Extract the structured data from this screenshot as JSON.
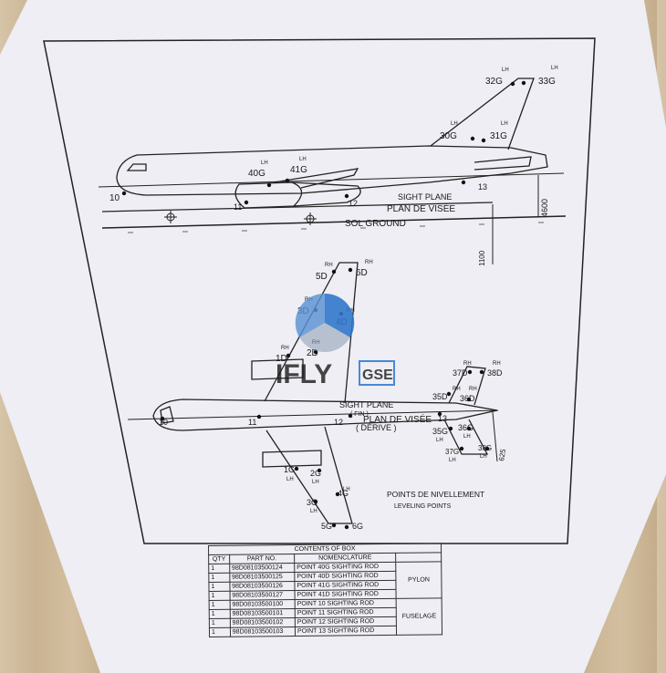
{
  "side_view": {
    "points": [
      "10",
      "11",
      "12",
      "13",
      "40G",
      "41G",
      "30G",
      "31G",
      "32G",
      "33G"
    ],
    "lh": "LH",
    "sight_plane": "SIGHT PLANE",
    "plan_de_visee": "PLAN DE VISÉE",
    "sol_ground": "SOL GROUND",
    "dim_4600": "4600",
    "dim_1100": "1100"
  },
  "top_view": {
    "points": [
      "1D",
      "2D",
      "3D",
      "4D",
      "5D",
      "6D",
      "1G",
      "2G",
      "3G",
      "4G",
      "5G",
      "6G",
      "10",
      "11",
      "12",
      "13",
      "35D",
      "36D",
      "37D",
      "38D",
      "35G",
      "36G",
      "37G",
      "38G"
    ],
    "rh": "RH",
    "lh": "LH",
    "sight_plane": "SIGHT PLANE",
    "fin": "( FIN )",
    "plan_de_visee": "PLAN DE VISÉE",
    "derive": "( DÉRIVE )",
    "dim_625": "625",
    "points_de_nivellement": "POINTS DE NIVELLEMENT",
    "leveling_points": "LEVELING POINTS"
  },
  "watermark": {
    "text1": "IFLY",
    "text2": "GSE",
    "colors": [
      "#1e6fd0",
      "#8a9bb0"
    ]
  },
  "table": {
    "title": "CONTENTS OF BOX",
    "headers": [
      "QTY",
      "PART NO.",
      "NOMENCLATURE",
      ""
    ],
    "rows": [
      {
        "qty": "1",
        "part": "98D08103500124",
        "nom": "POINT 40G SIGHTING ROD"
      },
      {
        "qty": "1",
        "part": "98D08103500125",
        "nom": "POINT 40D SIGHTING ROD"
      },
      {
        "qty": "1",
        "part": "98D08103500126",
        "nom": "POINT 41G SIGHTING ROD"
      },
      {
        "qty": "1",
        "part": "98D08103500127",
        "nom": "POINT 41D SIGHTING ROD"
      },
      {
        "qty": "1",
        "part": "98D08103500100",
        "nom": "POINT 10 SIGHTING ROD"
      },
      {
        "qty": "1",
        "part": "98D08103500101",
        "nom": "POINT 11 SIGHTING ROD"
      },
      {
        "qty": "1",
        "part": "98D08103500102",
        "nom": "POINT 12 SIGHTING ROD"
      },
      {
        "qty": "1",
        "part": "98D08103500103",
        "nom": "POINT 13 SIGHTING ROD"
      }
    ],
    "group_pylon": "PYLON",
    "group_fuselage": "FUSELAGE"
  }
}
